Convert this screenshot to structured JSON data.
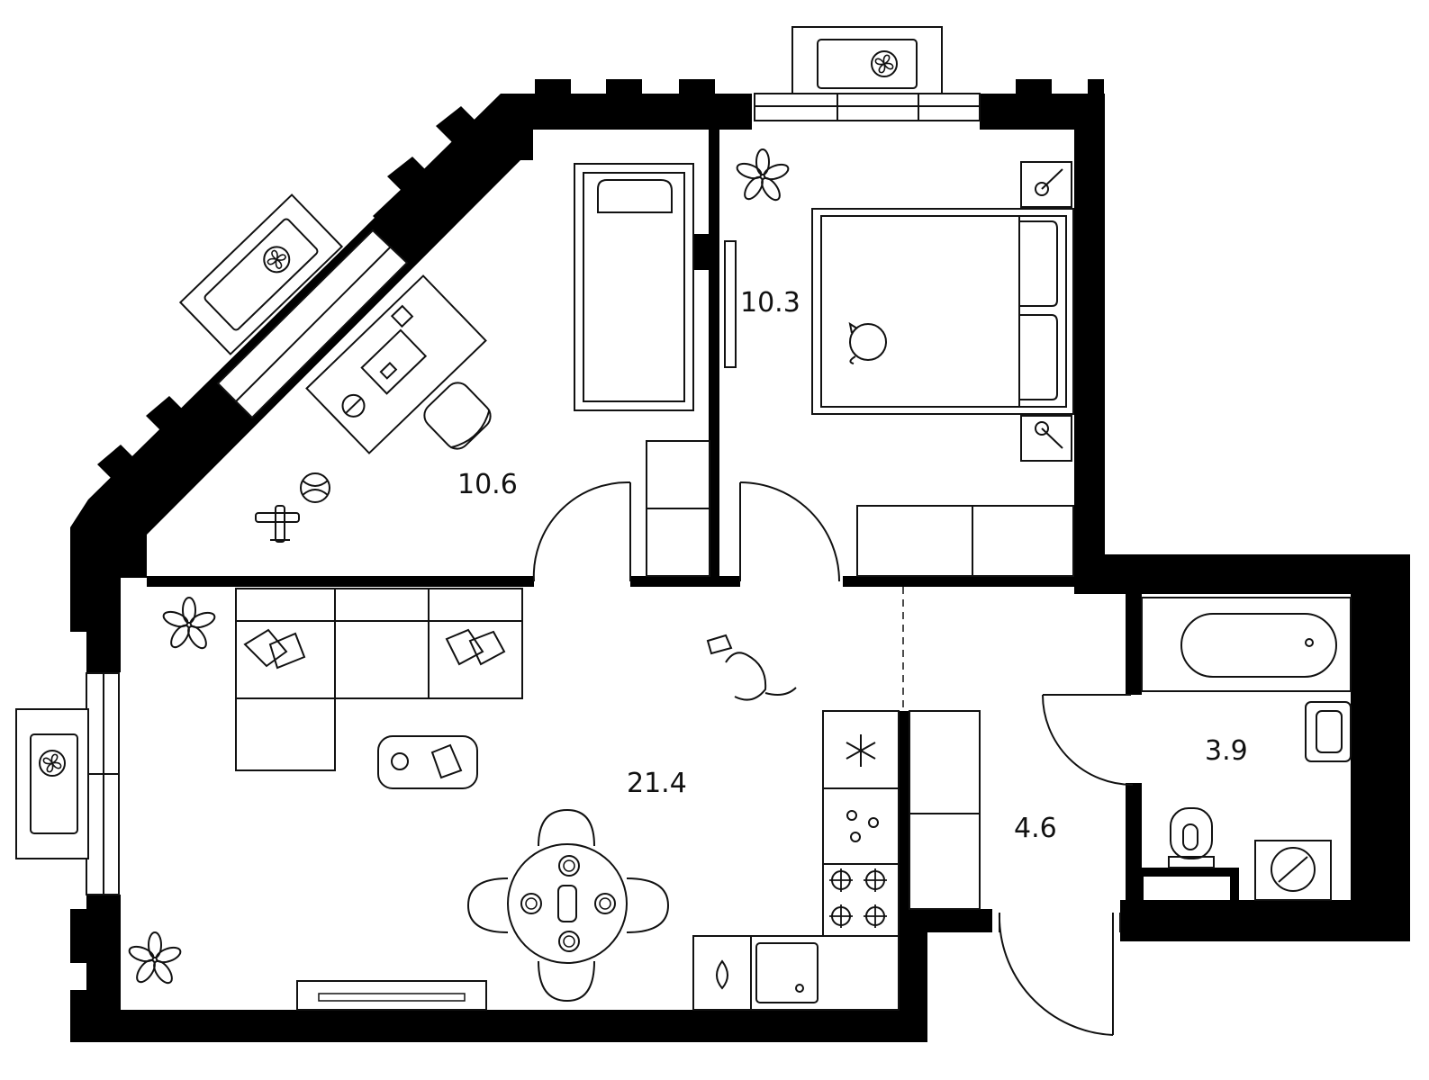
{
  "floor_plan": {
    "rooms": [
      {
        "id": "bedroom-1",
        "area": "10.6"
      },
      {
        "id": "bedroom-2",
        "area": "10.3"
      },
      {
        "id": "living-kitchen",
        "area": "21.4"
      },
      {
        "id": "hallway",
        "area": "4.6"
      },
      {
        "id": "bathroom",
        "area": "3.9"
      }
    ],
    "icons": [
      "fan-icon",
      "plant-icon",
      "cat-icon",
      "dog-icon",
      "snowflake-icon",
      "toy-plane-icon",
      "ball-icon"
    ],
    "colors": {
      "wall": "#000000",
      "line": "#111111",
      "background": "#ffffff"
    }
  }
}
